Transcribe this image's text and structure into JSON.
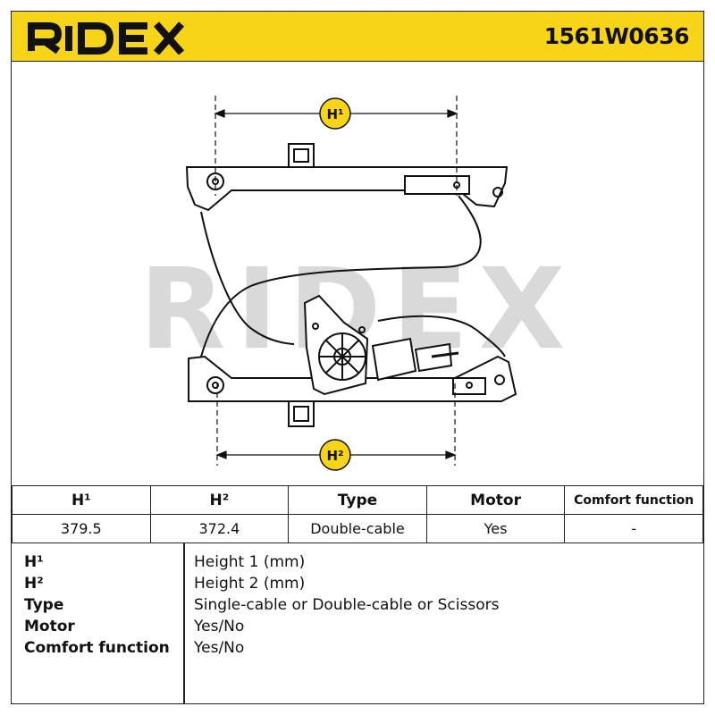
{
  "header": {
    "brand": "RIDEX",
    "part_number": "1561W0636",
    "background_color": "#f7d417"
  },
  "drawing": {
    "h1_label": "H¹",
    "h2_label": "H²",
    "watermark": "RIDEX"
  },
  "specs": {
    "headers": [
      "H¹",
      "H²",
      "Type",
      "Motor",
      "Comfort function"
    ],
    "values": [
      "379.5",
      "372.4",
      "Double-cable",
      "Yes",
      "-"
    ]
  },
  "legend": {
    "items": [
      {
        "term": "H¹",
        "definition": "Height 1 (mm)"
      },
      {
        "term": "H²",
        "definition": "Height 2 (mm)"
      },
      {
        "term": "Type",
        "definition": "Single-cable or Double-cable or Scissors"
      },
      {
        "term": "Motor",
        "definition": "Yes/No"
      },
      {
        "term": "Comfort function",
        "definition": "Yes/No"
      }
    ]
  }
}
